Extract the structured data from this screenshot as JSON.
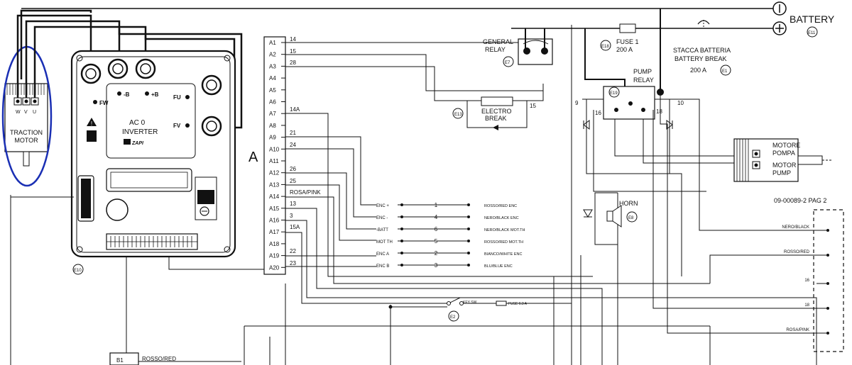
{
  "battery": {
    "label": "BATTERY",
    "ref": "E11"
  },
  "motor": {
    "line1": "TRACTION",
    "line2": "MOTOR",
    "terminals": [
      "W",
      "V",
      "U"
    ]
  },
  "inverter": {
    "line1": "AC 0",
    "line2": "INVERTER",
    "brand": "ZAPI",
    "ref": "E10",
    "fw": "FW",
    "neg_b": "-B",
    "pos_b": "+B",
    "fu": "FU",
    "fv": "FV"
  },
  "connector": {
    "letter": "A",
    "pins": [
      "A1",
      "A2",
      "A3",
      "A4",
      "A5",
      "A6",
      "A7",
      "A8",
      "A9",
      "A10",
      "A11",
      "A12",
      "A13",
      "A14",
      "A15",
      "A16",
      "A17",
      "A18",
      "A19",
      "A20"
    ]
  },
  "wire_numbers": {
    "a1": "14",
    "a2": "15",
    "a3": "28",
    "a7": "14A",
    "a9": "21",
    "a10": "24",
    "a12": "26",
    "a13": "25",
    "a14": "ROSA/PINK",
    "a15": "13",
    "a16": "3",
    "a17": "15A",
    "a19": "22",
    "a20": "23"
  },
  "general_relay": {
    "line1": "GENERAL",
    "line2": "RELAY",
    "ref": "E7"
  },
  "fuse1": {
    "line1": "FUSE 1",
    "line2": "200 A",
    "ref": "E18"
  },
  "battery_break": {
    "line1": "STACCA BATTERIA",
    "line2": "BATTERY BREAK",
    "line3": "200 A",
    "ref": "E1"
  },
  "pump_relay": {
    "line1": "PUMP",
    "line2": "RELAY",
    "ref": "E19"
  },
  "electro_break": {
    "line1": "ELECTRO",
    "line2": "BREAK",
    "ref": "E13",
    "wire": "15"
  },
  "pump_motor": {
    "line1": "MOTORE",
    "line2": "POMPA",
    "line3": "MOTOR",
    "line4": "PUMP"
  },
  "pump_nodes": {
    "n9": "9",
    "n10": "10",
    "n16": "16",
    "n18": "18"
  },
  "horn": {
    "label": "HORN",
    "ref": "E8"
  },
  "page_ref": "09-00089-2 PAG 2",
  "encoder_rows": [
    {
      "name": "ENC +",
      "pin": "1",
      "color": "ROSSO/RED ENC"
    },
    {
      "name": "ENC -",
      "pin": "4",
      "color": "NERO/BLACK ENC"
    },
    {
      "name": "-BATT",
      "pin": "6",
      "color": "NERO/BLACK MOT.TH"
    },
    {
      "name": "MOT TH",
      "pin": "5",
      "color": "ROSSO/RED MOT.TH"
    },
    {
      "name": "ENC A",
      "pin": "2",
      "color": "BIANCO/WHITE ENC"
    },
    {
      "name": "ENC B",
      "pin": "3",
      "color": "BLU/BLUE ENC"
    }
  ],
  "key_switch": {
    "label": "KEY SW",
    "fuse": "FUSE 6.3 A",
    "ref": "E2"
  },
  "right_connector_labels": [
    "NERO/BLACK",
    "ROSSO/RED",
    "16",
    "18",
    "ROSA/PINK"
  ],
  "b1": {
    "pin": "B1",
    "wire": "ROSSO/RED"
  }
}
